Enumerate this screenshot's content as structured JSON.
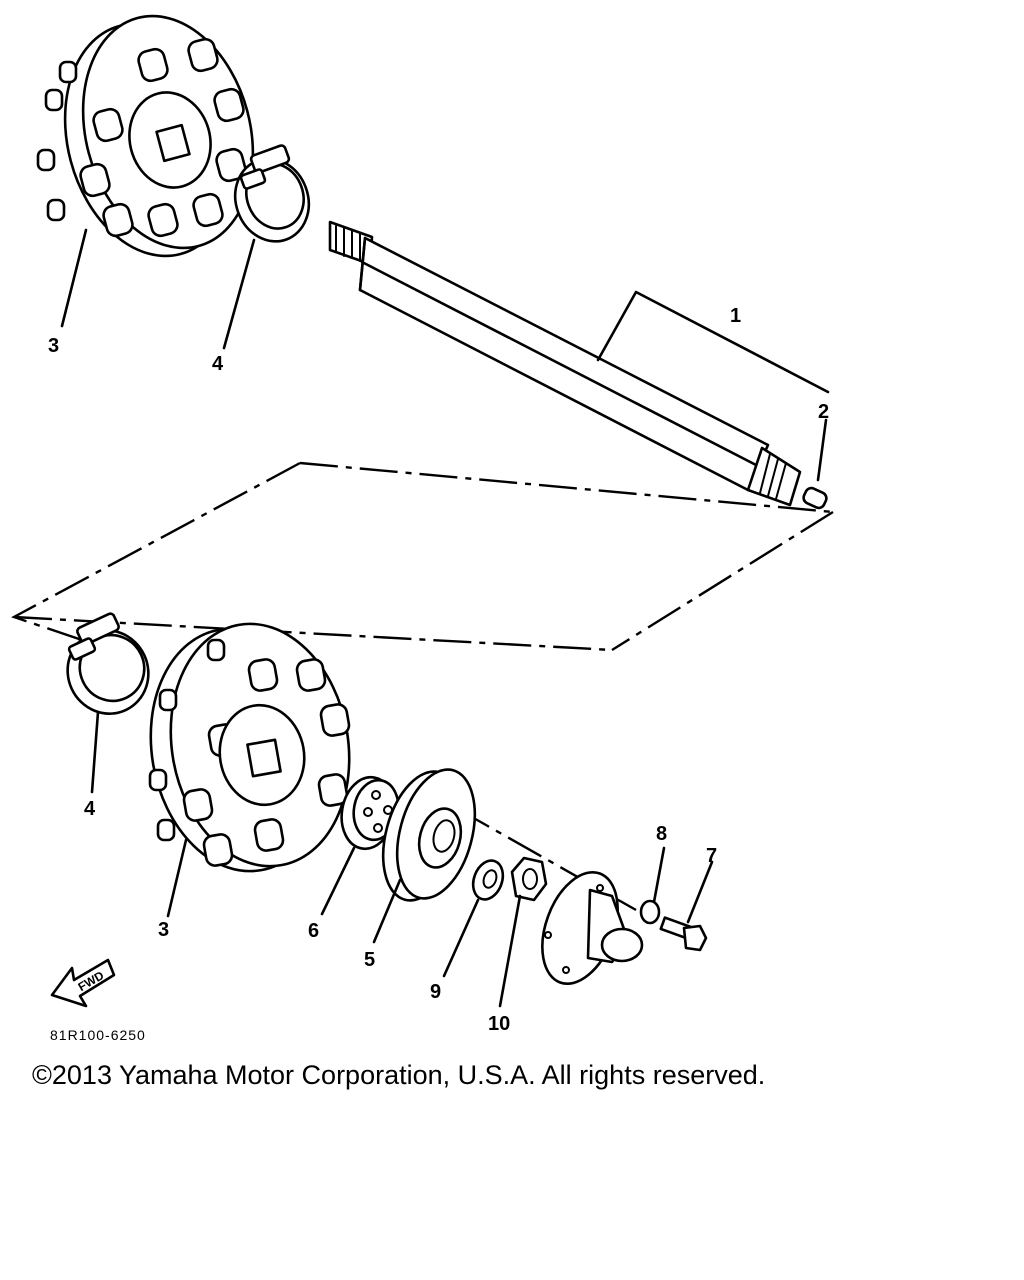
{
  "callouts": [
    "1",
    "2",
    "3",
    "4",
    "4",
    "3",
    "6",
    "5",
    "9",
    "10",
    "8",
    "7"
  ],
  "fwd_label": "FWD",
  "diagram_code": "81R100-6250",
  "copyright": "©2013 Yamaha Motor Corporation, U.S.A. All rights reserved."
}
